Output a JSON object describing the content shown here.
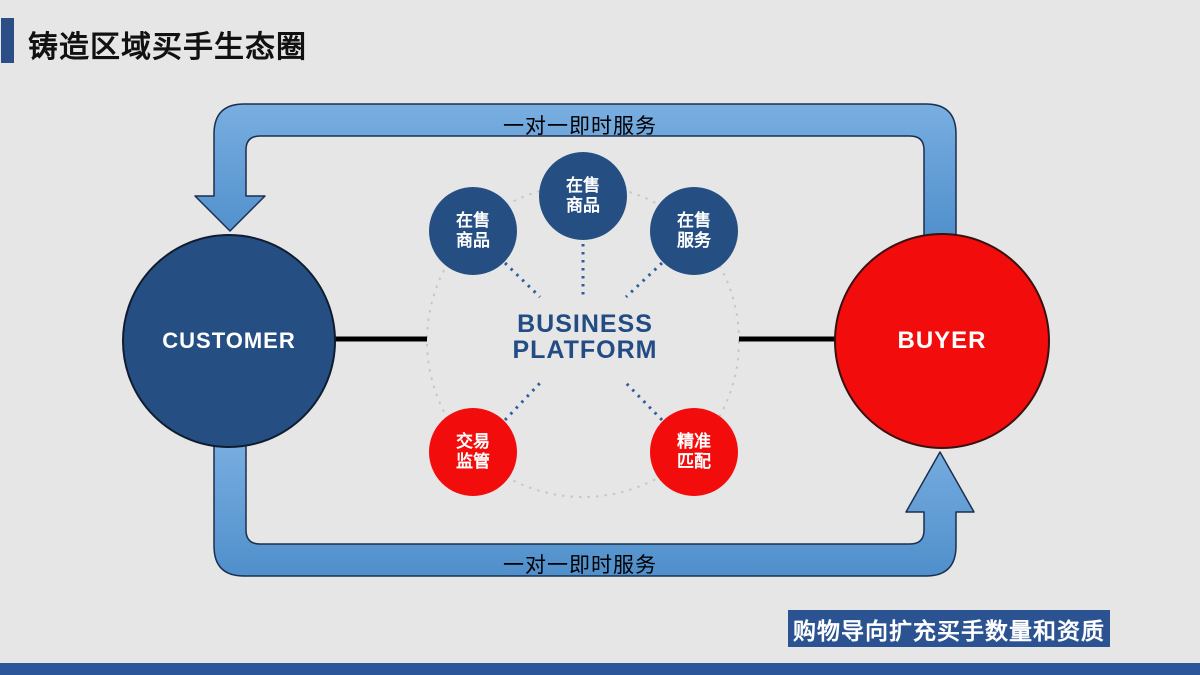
{
  "slide": {
    "title": "铸造区域买手生态圈",
    "colors": {
      "background": "#E7E6E6",
      "accent_navy": "#2C4E87",
      "circle_navy": "#254F82",
      "circle_red": "#F20C0C",
      "arrow_blue_fill": "#5D9CD9",
      "arrow_outline": "#1B2F4E",
      "platform_text": "#234B84",
      "footer_bg": "#2B5291",
      "bottom_bar": "#2B579A"
    }
  },
  "diagram": {
    "customer_label": "CUSTOMER",
    "buyer_label": "BUYER",
    "platform": {
      "line1": "BUSINESS",
      "line2": "PLATFORM"
    },
    "satellites": [
      {
        "line1": "在售",
        "line2": "商品"
      },
      {
        "line1": "在售",
        "line2": "商品"
      },
      {
        "line1": "在售",
        "line2": "服务"
      },
      {
        "line1": "交易",
        "line2": "监管"
      },
      {
        "line1": "精准",
        "line2": "匹配"
      }
    ],
    "top_arrow_label": "一对一即时服务",
    "bottom_arrow_label": "一对一即时服务"
  },
  "footer": {
    "note": "购物导向扩充买手数量和资质"
  }
}
